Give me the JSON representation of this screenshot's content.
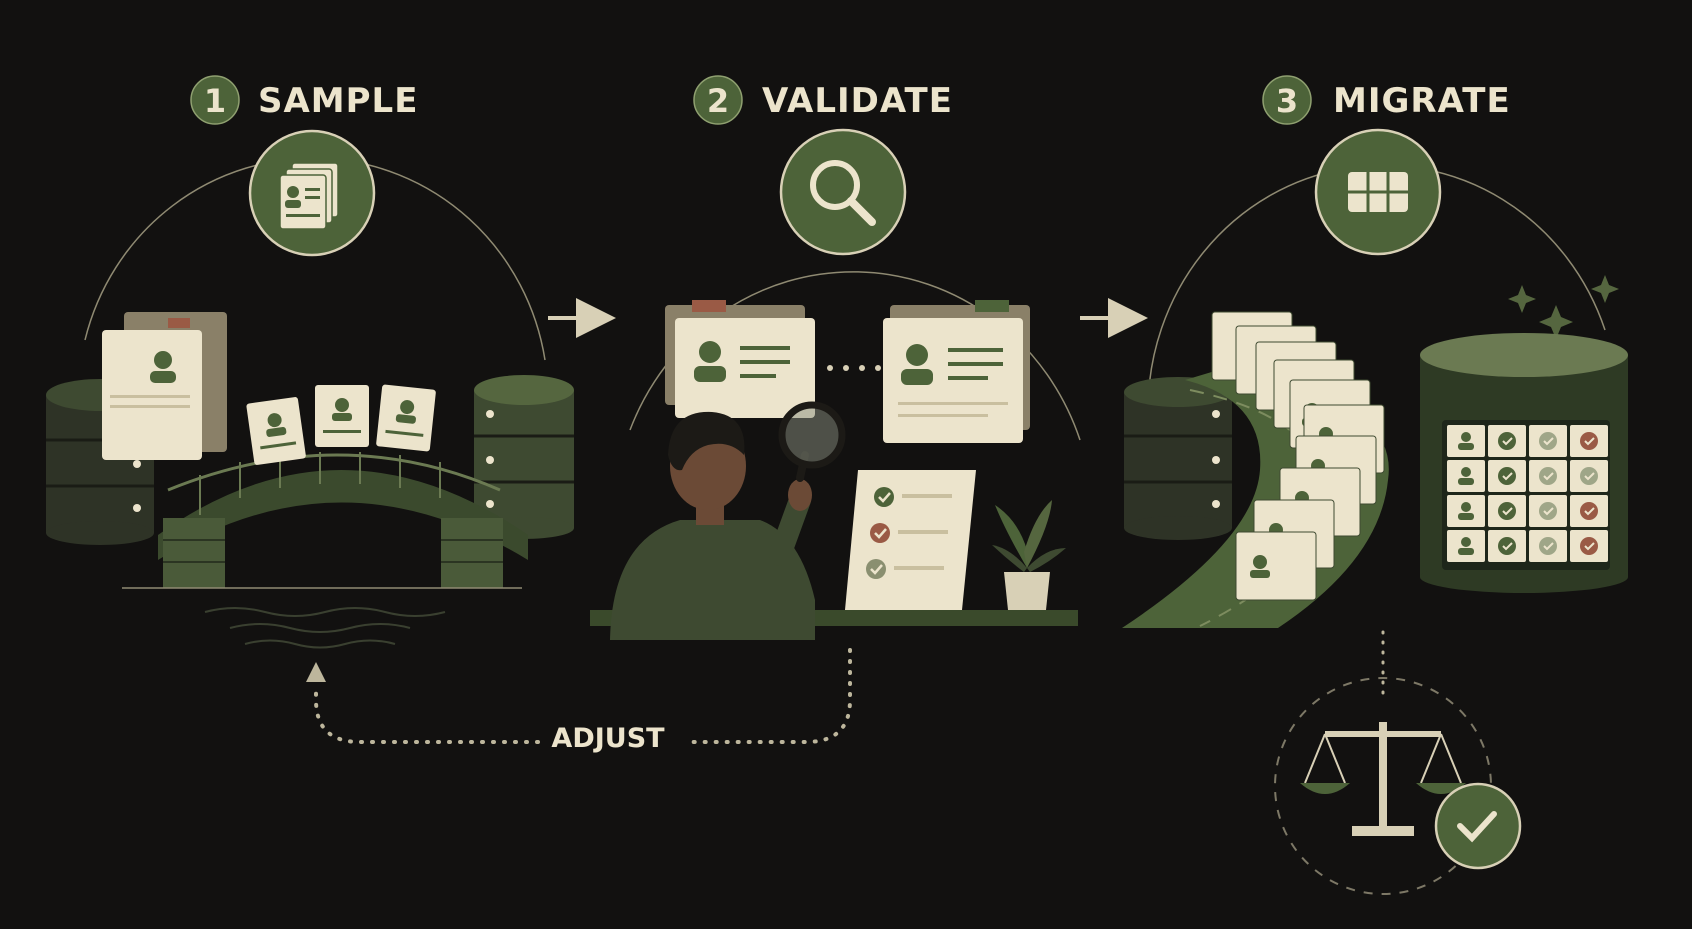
{
  "colors": {
    "background": "#121110",
    "accent_green": "#4d6339",
    "dark_green": "#3a4a2b",
    "cream": "#ece4cc",
    "muted_cream": "#cfc6ac",
    "line": "#bdb69c",
    "rust": "#9a5a45",
    "water": "#2a2f22"
  },
  "steps": [
    {
      "number": "1",
      "title": "SAMPLE",
      "icon": "id-cards-icon"
    },
    {
      "number": "2",
      "title": "VALIDATE",
      "icon": "magnifier-icon"
    },
    {
      "number": "3",
      "title": "MIGRATE",
      "icon": "table-grid-icon"
    }
  ],
  "feedback": {
    "label": "ADJUST"
  },
  "illustrations": {
    "sample": "database-bridge-scene",
    "validate": "person-inspecting-records-scene",
    "migrate": "records-road-to-database-scene",
    "balance": "scale-with-check-icon"
  }
}
